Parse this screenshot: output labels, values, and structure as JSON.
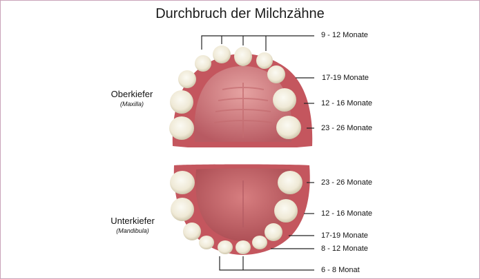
{
  "title": "Durchbruch der Milchzähne",
  "upper_jaw": {
    "name": "Oberkiefer",
    "latin": "(Maxilla)",
    "labels": [
      "9 - 12 Monate",
      "17-19 Monate",
      "12 - 16 Monate",
      "23 - 26 Monate"
    ]
  },
  "lower_jaw": {
    "name": "Unterkiefer",
    "latin": "(Mandibula)",
    "labels": [
      "23 - 26 Monate",
      "12 - 16 Monate",
      "17-19 Monate",
      "8 - 12 Monate",
      "6 - 8 Monat"
    ]
  },
  "colors": {
    "gum": "#c9646a",
    "gum_dark": "#a84a52",
    "palate": "#d98a8a",
    "tooth": "#f2efe2",
    "tooth_shadow": "#d8d2bd",
    "line": "#222222",
    "border": "#c9a3b8"
  }
}
